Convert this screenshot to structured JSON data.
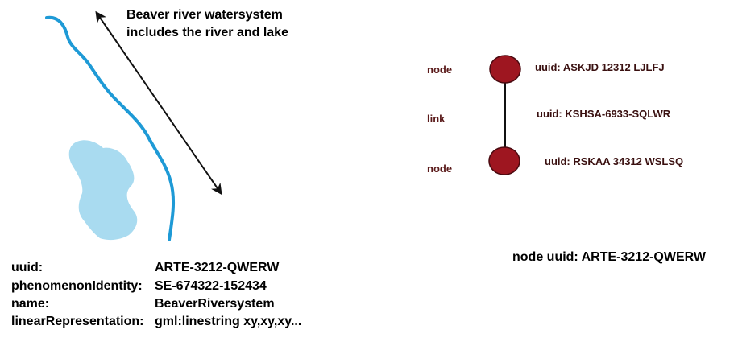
{
  "caption": {
    "line1": "Beaver river watersystem",
    "line2": "includes the river and lake"
  },
  "attributes": [
    {
      "key": "uuid:",
      "value": "ARTE-3212-QWERW"
    },
    {
      "key": "phenomenonIdentity:",
      "value": "SE-674322-152434"
    },
    {
      "key": "name:",
      "value": "BeaverRiversystem"
    },
    {
      "key": "linearRepresentation:",
      "value": "gml:linestring xy,xy,xy..."
    }
  ],
  "graph": {
    "labels": {
      "node_top": "node",
      "link": "link",
      "node_bottom": "node"
    },
    "uuids": {
      "node_top": "uuid: ASKJD 12312 LJLFJ",
      "link": "uuid: KSHSA-6933-SQLWR",
      "node_bottom": "uuid: RSKAA 34312 WSLSQ"
    },
    "node_uuid": "node uuid: ARTE-3212-QWERW"
  },
  "colors": {
    "river": "#1e9ad6",
    "lake": "#a9dbf0",
    "node_fill": "#9e1620",
    "node_stroke": "#4a0a10",
    "arrow": "#111111"
  }
}
